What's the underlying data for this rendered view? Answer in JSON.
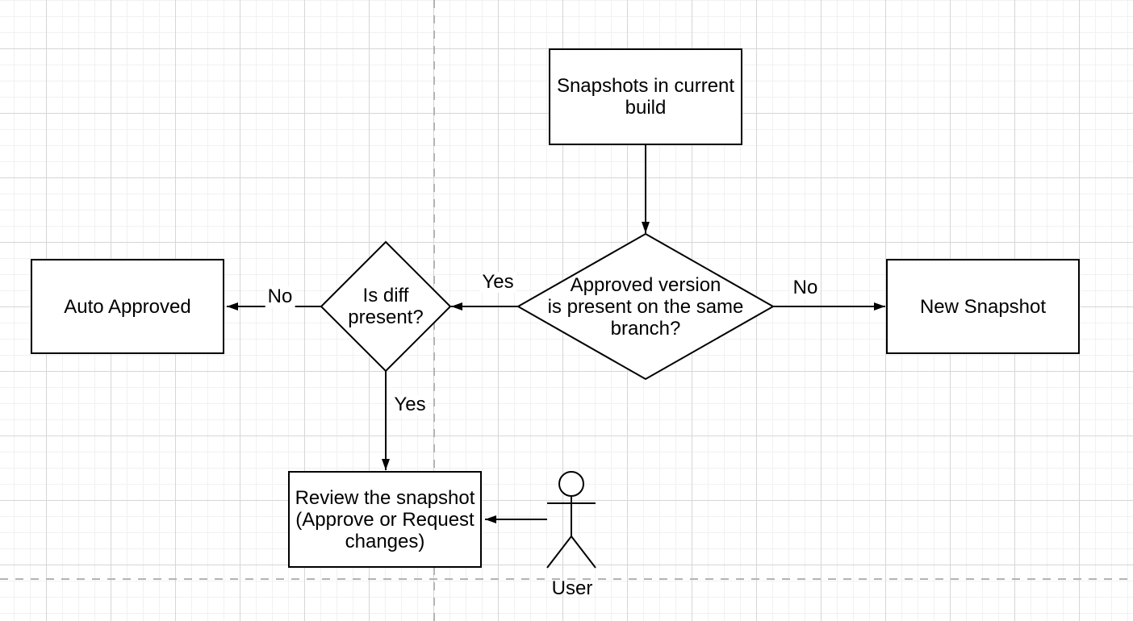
{
  "canvas": {
    "colors": {
      "shape_stroke": "#000000",
      "shape_fill": "#ffffff",
      "grid_minor": "#f1f1f1",
      "grid_major": "#d6d6d6",
      "page_break": "#b3b3b3",
      "text": "#000000"
    }
  },
  "nodes": {
    "start": {
      "type": "process",
      "label": "Snapshots in current build",
      "lines": [
        "Snapshots in current",
        "build"
      ]
    },
    "decision_branch": {
      "type": "decision",
      "label": "Approved version is present on the same branch?",
      "lines": [
        "Approved version",
        "is present on the same",
        "branch?"
      ]
    },
    "decision_diff": {
      "type": "decision",
      "label": "Is diff present?",
      "lines": [
        "Is diff",
        "present?"
      ]
    },
    "auto_approved": {
      "type": "process",
      "label": "Auto Approved",
      "lines": [
        "Auto Approved"
      ]
    },
    "new_snapshot": {
      "type": "process",
      "label": "New Snapshot",
      "lines": [
        "New Snapshot"
      ]
    },
    "review": {
      "type": "process",
      "label": "Review the snapshot (Approve or Request changes)",
      "lines": [
        "Review the snapshot",
        "(Approve or Request",
        "changes)"
      ]
    },
    "user": {
      "type": "actor",
      "label": "User"
    }
  },
  "edges": [
    {
      "from": "start",
      "to": "decision_branch",
      "label": ""
    },
    {
      "from": "decision_branch",
      "to": "decision_diff",
      "label": "Yes"
    },
    {
      "from": "decision_branch",
      "to": "new_snapshot",
      "label": "No"
    },
    {
      "from": "decision_diff",
      "to": "auto_approved",
      "label": "No"
    },
    {
      "from": "decision_diff",
      "to": "review",
      "label": "Yes"
    },
    {
      "from": "user",
      "to": "review",
      "label": ""
    }
  ]
}
